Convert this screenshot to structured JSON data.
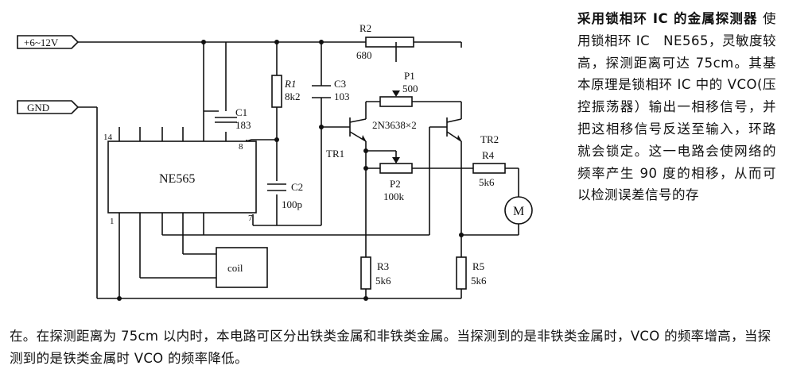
{
  "labels": {
    "supply": "+6~12V",
    "gnd": "GND",
    "ic": "NE565",
    "pin14": "14",
    "pin1": "1",
    "pin8": "8",
    "pin7": "7",
    "c1_name": "C1",
    "c1_val": "183",
    "r1_name": "R1",
    "r1_val": "8k2",
    "c3_name": "C3",
    "c3_val": "103",
    "c2_name": "C2",
    "c2_val": "100p",
    "r2_name": "R2",
    "r2_val": "680",
    "p1_name": "P1",
    "p1_val": "500",
    "transistor": "2N3638×2",
    "tr1": "TR1",
    "tr2": "TR2",
    "p2_name": "P2",
    "p2_val": "100k",
    "r4_name": "R4",
    "r4_val": "5k6",
    "motor": "M",
    "r3_name": "R3",
    "r3_val": "5k6",
    "r5_name": "R5",
    "r5_val": "5k6",
    "coil": "coil"
  },
  "description": {
    "title": "采用锁相环 IC 的金属探测器",
    "body": "使用锁相环 IC　NE565，灵敏度较高，探测距离可达 75cm。其基本原理是锁相环 IC 中的 VCO(压控振荡器）输出一相移信号，并把这相移信号反送至输入，环路就会锁定。这一电路会使网络的频率产生 90 度的相移，从而可以检测误差信号的存",
    "continuation": "在。在探测距离为 75cm 以内时，本电路可区分出铁类金属和非铁类金属。当探测到的是非铁类金属时，VCO 的频率增高，当探测到的是铁类金属时 VCO 的频率降低。"
  }
}
